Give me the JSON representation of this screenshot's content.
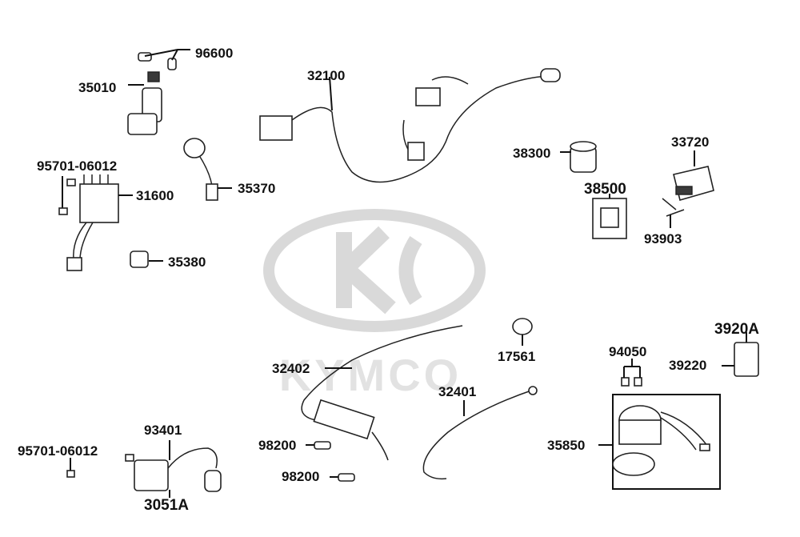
{
  "watermark": {
    "brand": "KYMCO",
    "color": "#d9d9d9"
  },
  "parts": [
    {
      "id": "96600",
      "label": "96600"
    },
    {
      "id": "35010",
      "label": "35010"
    },
    {
      "id": "32100",
      "label": "32100"
    },
    {
      "id": "95701-06012-top",
      "label": "95701-06012"
    },
    {
      "id": "31600",
      "label": "31600"
    },
    {
      "id": "35370",
      "label": "35370"
    },
    {
      "id": "35380",
      "label": "35380"
    },
    {
      "id": "38300",
      "label": "38300"
    },
    {
      "id": "33720",
      "label": "33720"
    },
    {
      "id": "38500",
      "label": "38500"
    },
    {
      "id": "93903",
      "label": "93903"
    },
    {
      "id": "17561",
      "label": "17561"
    },
    {
      "id": "32402",
      "label": "32402"
    },
    {
      "id": "32401",
      "label": "32401"
    },
    {
      "id": "94050",
      "label": "94050"
    },
    {
      "id": "3920A",
      "label": "3920A"
    },
    {
      "id": "39220",
      "label": "39220"
    },
    {
      "id": "35850",
      "label": "35850"
    },
    {
      "id": "93401",
      "label": "93401"
    },
    {
      "id": "95701-06012-bottom",
      "label": "95701-06012"
    },
    {
      "id": "3051A",
      "label": "3051A"
    },
    {
      "id": "98200-a",
      "label": "98200"
    },
    {
      "id": "98200-b",
      "label": "98200"
    }
  ]
}
